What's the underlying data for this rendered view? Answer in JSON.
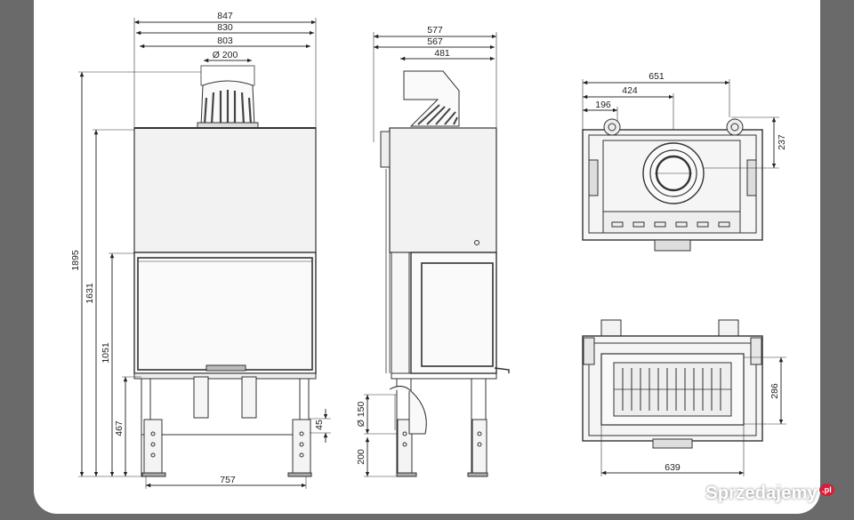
{
  "front_view": {
    "width_total": "847",
    "width_body": "830",
    "width_inner": "803",
    "flue_diameter": "Ø 200",
    "height_total": "1895",
    "height_body": "1631",
    "height_door": "1051",
    "height_legs": "467",
    "leg_spacer": "45",
    "base_width": "757"
  },
  "side_view": {
    "depth_total": "577",
    "depth_body": "567",
    "depth_flue": "481",
    "inlet_diameter": "Ø 150",
    "inlet_height": "200"
  },
  "top_view": {
    "width_outer": "651",
    "flue_offset": "424",
    "side_offset": "196",
    "depth_offset": "237"
  },
  "bottom_view": {
    "grate_depth": "286",
    "grate_width": "639"
  },
  "watermark": {
    "brand": "Sprzedajemy",
    "tld": ".pl"
  }
}
